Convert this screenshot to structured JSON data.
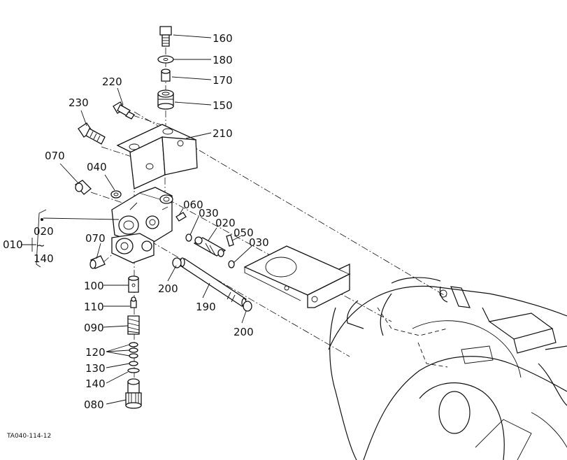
{
  "callouts": {
    "c160": "160",
    "c180": "180",
    "c170": "170",
    "c150": "150",
    "c210": "210",
    "c220": "220",
    "c230": "230",
    "c070a": "070",
    "c040": "040",
    "c060": "060",
    "c030a": "030",
    "c020b": "020",
    "c050": "050",
    "c030b": "030",
    "c010": "010",
    "c020": "020",
    "c140a": "140",
    "c070b": "070",
    "c100": "100",
    "c110": "110",
    "c090": "090",
    "c120": "120",
    "c130": "130",
    "c140": "140",
    "c080": "080",
    "c200a": "200",
    "c190": "190",
    "c200b": "200"
  },
  "figure_code": "TA040-114-12"
}
